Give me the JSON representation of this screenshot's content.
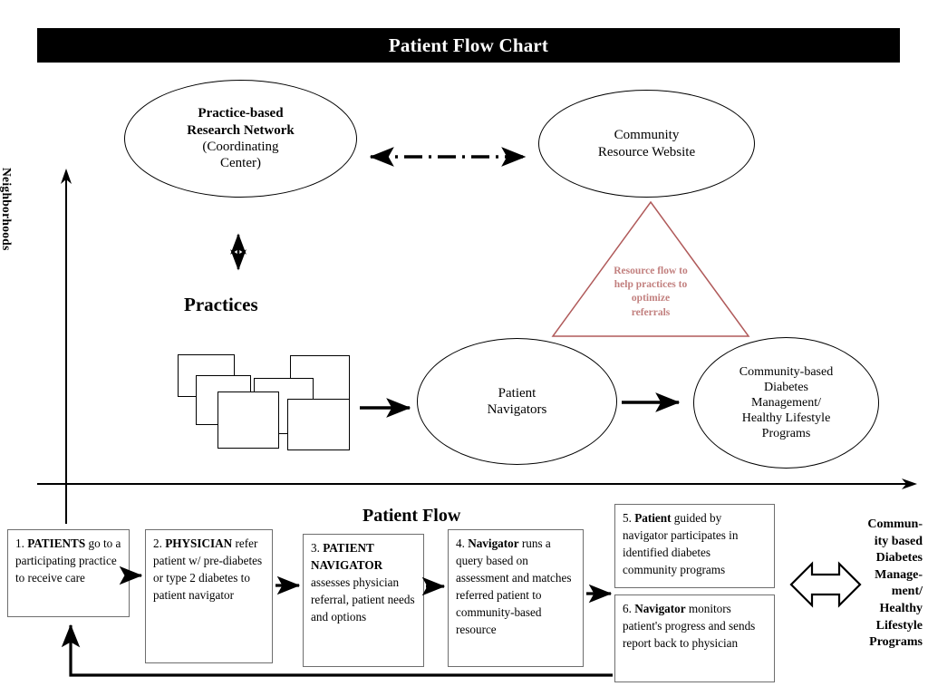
{
  "header": {
    "title": "Patient Flow Chart"
  },
  "axes": {
    "y_label": "Neighborhoods",
    "section_label": "Patient Flow"
  },
  "nodes": {
    "pbrn": {
      "line1": "Practice-based",
      "line2": "Research Network",
      "line3": "(Coordinating",
      "line4": "Center)"
    },
    "community_resource_website": {
      "line1": "Community",
      "line2": "Resource Website"
    },
    "practices_label": "Practices",
    "patient_navigators": {
      "line1": "Patient",
      "line2": "Navigators"
    },
    "community_based_programs": {
      "line1": "Community-based",
      "line2": "Diabetes",
      "line3": "Management/",
      "line4": "Healthy Lifestyle",
      "line5": "Programs"
    },
    "resource_triangle": {
      "line1": "Resource flow to",
      "line2": "help practices to",
      "line3": "optimize",
      "line4": "referrals"
    }
  },
  "flow_steps": [
    {
      "number": "1.",
      "emphasis": "PATIENTS",
      "rest": " go to a participating practice to receive care"
    },
    {
      "number": "2.",
      "emphasis": "PHYSICIAN",
      "rest": " refer patient w/ pre-diabetes or type 2 diabetes to patient navigator"
    },
    {
      "number": "3.",
      "emphasis": "PATIENT NAVIGATOR",
      "rest": " assesses physician referral, patient needs and options"
    },
    {
      "number": "4.",
      "emphasis": "Navigator",
      "rest": " runs a query based on assessment and matches referred patient to community-based resource"
    },
    {
      "number": "5.",
      "emphasis": "Patient",
      "rest": " guided by navigator participates in identified diabetes community programs"
    },
    {
      "number": "6.",
      "emphasis": "Navigator",
      "rest": " monitors patient's progress and sends report back to physician"
    }
  ],
  "right_caption": {
    "line1": "Commun-",
    "line2": "ity based",
    "line3": "Diabetes",
    "line4": "Manage-",
    "line5": "ment/",
    "line6": "Healthy",
    "line7": "Lifestyle",
    "line8": "Programs"
  },
  "colors": {
    "title_bar_bg": "#000000",
    "title_text": "#ffffff",
    "triangle_stroke": "#b05a5a",
    "triangle_text": "#c2807f",
    "box_border": "#6e6e6e",
    "stroke": "#000000"
  }
}
